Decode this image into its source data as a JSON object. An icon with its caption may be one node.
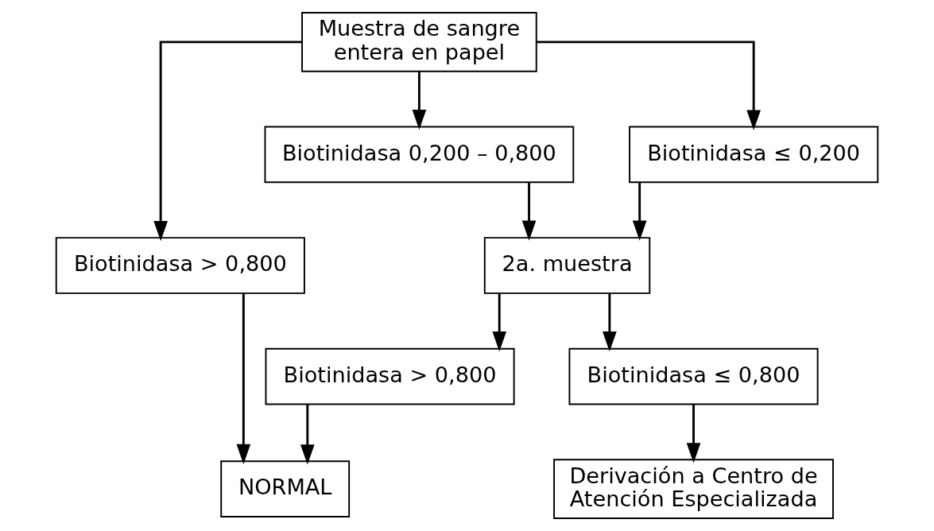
{
  "diagram": {
    "nodes": [
      {
        "text": [
          "Muestra de sangre entera en papel"
        ]
      },
      {
        "text": [
          "Biotinidasa > 0,800"
        ]
      },
      {
        "text": [
          "Biotinidasa 0,200 – 0,800"
        ]
      },
      {
        "text": [
          "Biotinidasa ≤ 0,200"
        ]
      },
      {
        "text": [
          "2a. muestra"
        ]
      },
      {
        "text": [
          "Biotinidasa > 0,800"
        ]
      },
      {
        "text": [
          "Biotinidasa ≤ 0,800"
        ]
      },
      {
        "text": [
          "NORMAL"
        ]
      },
      {
        "text": [
          "Derivación a Centro de Atención Especializada"
        ]
      }
    ],
    "edges": [
      {
        "from": 0,
        "to": 1,
        "arrow": "to"
      },
      {
        "from": 0,
        "to": 2,
        "arrow": "to"
      },
      {
        "from": 0,
        "to": 3,
        "arrow": "to"
      },
      {
        "from": 2,
        "to": 4,
        "arrow": "to"
      },
      {
        "from": 3,
        "to": 4,
        "arrow": "to"
      },
      {
        "from": 4,
        "to": 5,
        "arrow": "to"
      },
      {
        "from": 4,
        "to": 6,
        "arrow": "to"
      },
      {
        "from": 1,
        "to": 7,
        "arrow": "to"
      },
      {
        "from": 5,
        "to": 7,
        "arrow": "to"
      },
      {
        "from": 6,
        "to": 8,
        "arrow": "to"
      }
    ]
  }
}
